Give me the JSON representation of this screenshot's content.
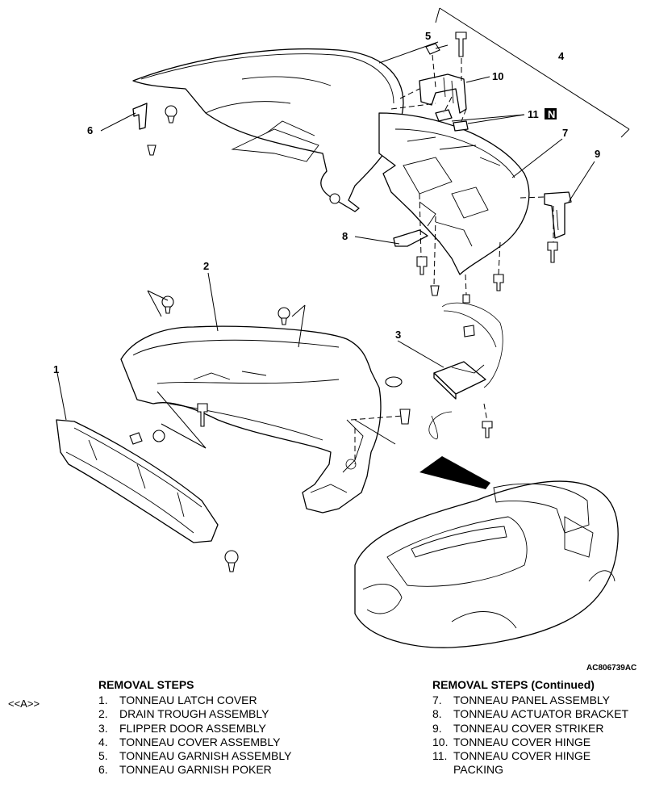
{
  "figure_code": "AC806739AC",
  "callouts": [
    "1",
    "2",
    "3",
    "4",
    "5",
    "6",
    "7",
    "8",
    "9",
    "10",
    "11"
  ],
  "new_part_mark": "N",
  "note_marker": "<<A>>",
  "removal_steps": {
    "title": "REMOVAL STEPS",
    "items": [
      {
        "num": "1.",
        "text": "TONNEAU LATCH COVER"
      },
      {
        "num": "2.",
        "text": "DRAIN TROUGH ASSEMBLY"
      },
      {
        "num": "3.",
        "text": "FLIPPER DOOR ASSEMBLY"
      },
      {
        "num": "4.",
        "text": "TONNEAU COVER ASSEMBLY"
      },
      {
        "num": "5.",
        "text": "TONNEAU GARNISH ASSEMBLY"
      },
      {
        "num": "6.",
        "text": "TONNEAU GARNISH POKER"
      }
    ]
  },
  "removal_steps_continued": {
    "title": "REMOVAL STEPS (Continued)",
    "items": [
      {
        "num": "7.",
        "text": "TONNEAU PANEL ASSEMBLY"
      },
      {
        "num": "8.",
        "text": "TONNEAU ACTUATOR BRACKET"
      },
      {
        "num": "9.",
        "text": "TONNEAU COVER STRIKER"
      },
      {
        "num": "10.",
        "text": "TONNEAU COVER HINGE"
      },
      {
        "num": "11.",
        "text": "TONNEAU COVER HINGE"
      },
      {
        "num": "",
        "text": "PACKING"
      }
    ]
  }
}
